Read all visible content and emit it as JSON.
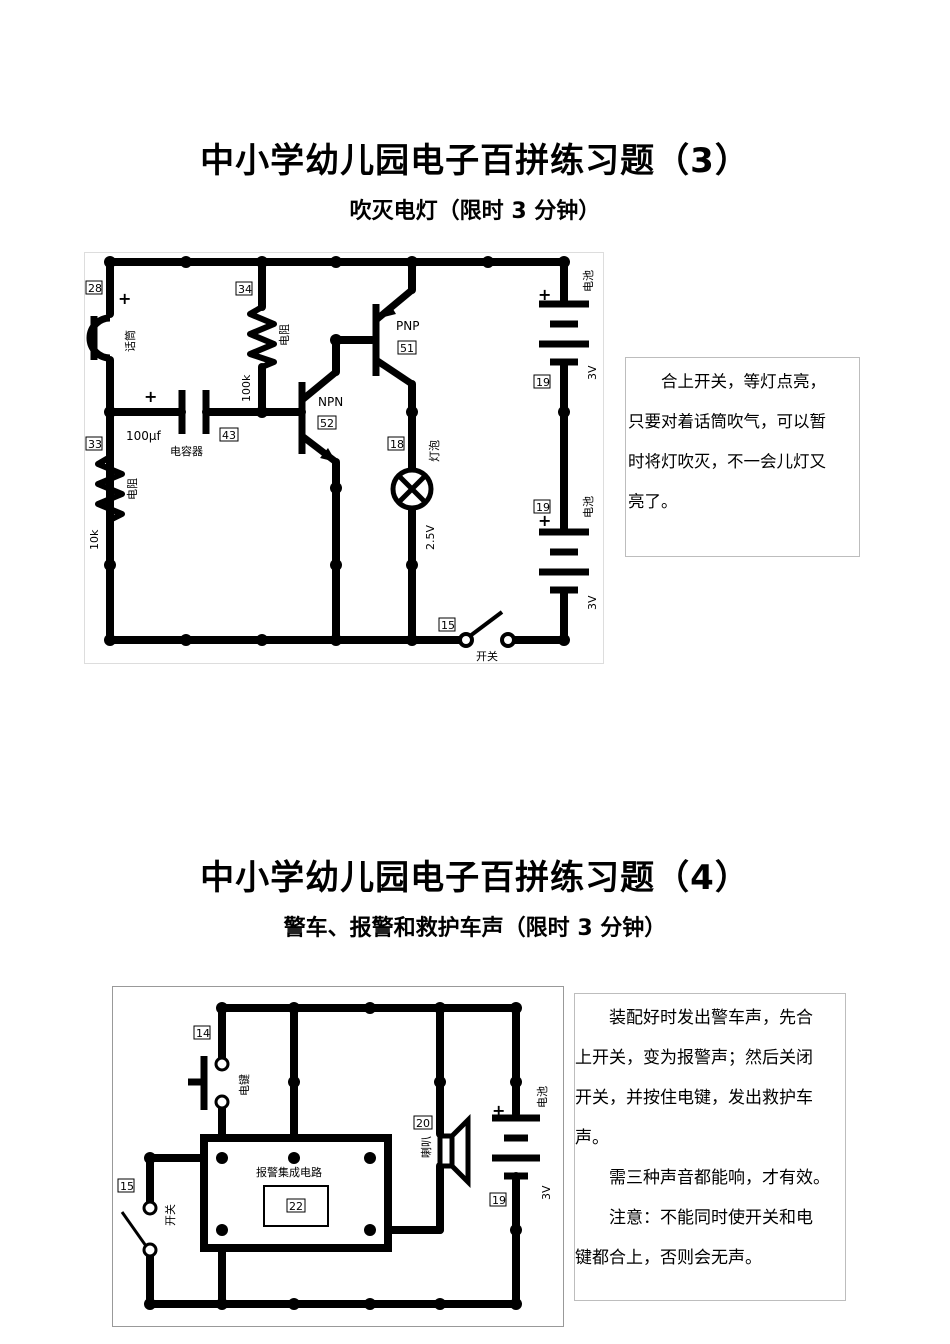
{
  "exercise3": {
    "title": "中小学幼儿园电子百拼练习题（3）",
    "subtitle": "吹灭电灯（限时 3 分钟）",
    "description": [
      "合上开关，等灯点亮，",
      "只要对着话筒吹气，可以暂",
      "时将灯吹灭，不一会儿灯又",
      "亮了。"
    ],
    "circuit": {
      "mic_label": "话筒",
      "mic_num": "28",
      "plus": "+",
      "r1_num": "34",
      "r1_label": "电阻",
      "r1_value": "100k",
      "cap_value": "100μf",
      "cap_label": "电容器",
      "cap_num": "43",
      "r2_num": "33",
      "r2_label": "电阻",
      "r2_value": "10k",
      "npn_label": "NPN",
      "npn_num": "52",
      "pnp_label": "PNP",
      "pnp_num": "51",
      "lamp_num": "18",
      "lamp_label": "灯泡",
      "lamp_value": "2.5V",
      "bat_label": "电池",
      "bat_num1": "19",
      "bat_num2": "19",
      "bat_value": "3V",
      "switch_num": "15",
      "switch_label": "开关"
    }
  },
  "exercise4": {
    "title": "中小学幼儿园电子百拼练习题（4）",
    "subtitle": "警车、报警和救护车声（限时 3 分钟）",
    "description": [
      "装配好时发出警车声，先合",
      "上开关，变为报警声；然后关闭",
      "开关，并按住电键，发出救护车",
      "声。",
      "需三种声音都能响，才有效。",
      "注意：不能同时使开关和电",
      "键都合上，否则会无声。"
    ],
    "circuit": {
      "key_num": "14",
      "key_label": "电键",
      "ic_label": "报警集成电路",
      "ic_num": "22",
      "speaker_num": "20",
      "speaker_label": "喇叭",
      "bat_label": "电池",
      "bat_num": "19",
      "bat_value": "3V",
      "plus": "+",
      "switch_num": "15",
      "switch_label": "开关"
    }
  }
}
